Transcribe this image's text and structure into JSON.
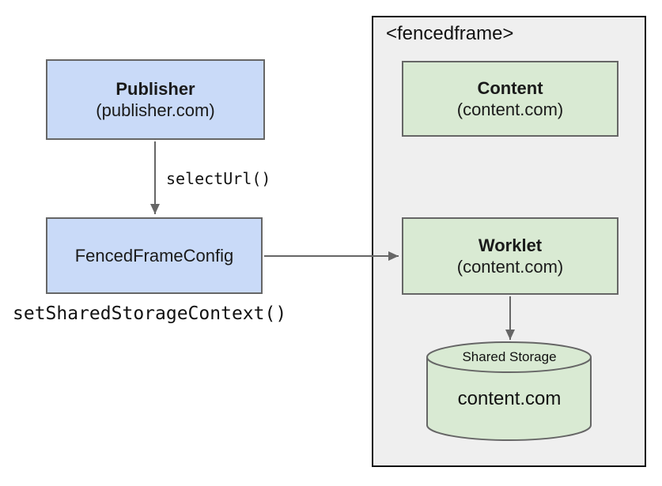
{
  "publisher_box": {
    "title": "Publisher",
    "subtitle": "(publisher.com)"
  },
  "config_box": {
    "title": "FencedFrameConfig"
  },
  "annotations": {
    "select_url": "selectUrl()",
    "set_shared_storage_context": "setSharedStorageContext()"
  },
  "fencedframe": {
    "tag_label": "<fencedframe>",
    "content_box": {
      "title": "Content",
      "subtitle": "(content.com)"
    },
    "worklet_box": {
      "title": "Worklet",
      "subtitle": "(content.com)"
    },
    "shared_storage": {
      "label": "Shared Storage",
      "origin": "content.com"
    }
  },
  "colors": {
    "blue_fill": "#c9daf8",
    "green_fill": "#d9ead3",
    "frame_fill": "#efefef",
    "frame_border": "#111111",
    "box_border": "#666666",
    "arrow": "#666666"
  }
}
